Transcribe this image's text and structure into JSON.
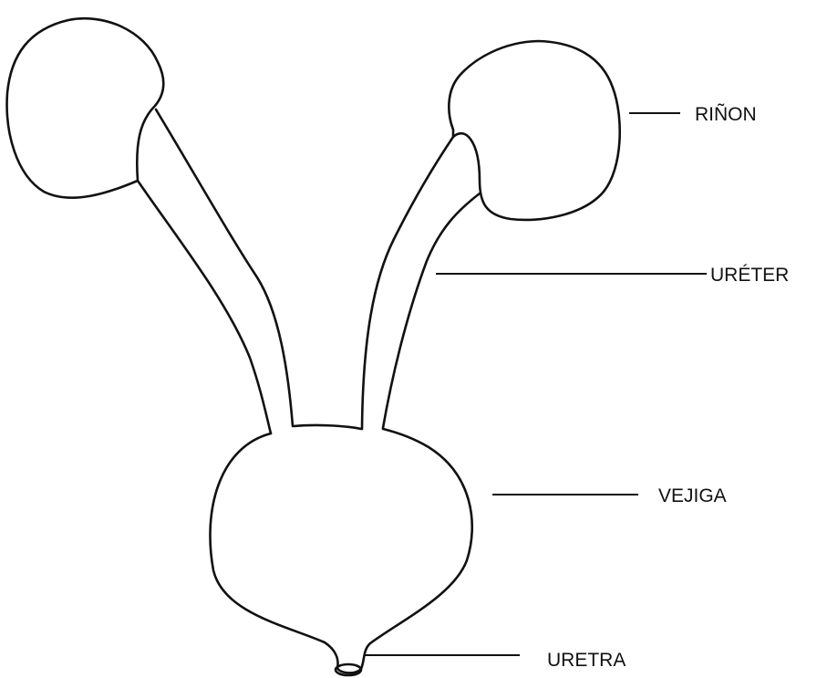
{
  "labels": {
    "kidney": "RIÑON",
    "ureter": "URÉTER",
    "bladder": "VEJIGA",
    "urethra": "URETRA"
  },
  "colors": {
    "stroke": "#111111",
    "background": "#ffffff"
  }
}
